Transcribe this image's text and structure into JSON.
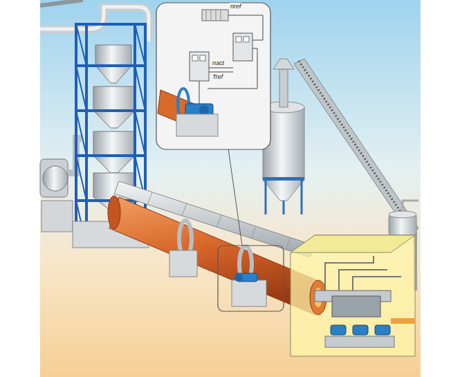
{
  "diagram": {
    "labels": [
      "nref",
      "nact",
      "Tref"
    ]
  }
}
